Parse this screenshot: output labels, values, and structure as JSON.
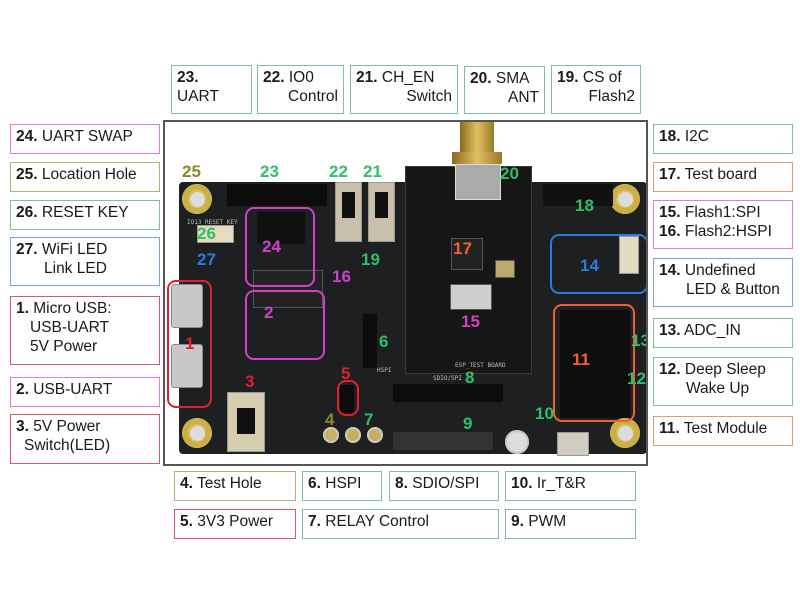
{
  "title": "ESP8266 Test Board Component Map",
  "callouts": {
    "top": [
      {
        "num": "23.",
        "text1": "",
        "text2": "UART",
        "color": "#7fbf9f"
      },
      {
        "num": "22.",
        "text1": "IO0",
        "text2": "Control",
        "color": "#7fbf9f"
      },
      {
        "num": "21.",
        "text1": "CH_EN",
        "text2": "Switch",
        "color": "#7fbf9f"
      },
      {
        "num": "20.",
        "text1": "SMA",
        "text2": "ANT",
        "color": "#7fbf9f"
      },
      {
        "num": "19.",
        "text1": "CS of",
        "text2": "Flash2",
        "color": "#7fbf9f"
      }
    ],
    "left": [
      {
        "num": "24.",
        "text1": "UART SWAP",
        "color": "#e27ad9"
      },
      {
        "num": "25.",
        "text1": "Location Hole",
        "color": "#b8b07a"
      },
      {
        "num": "26.",
        "text1": "RESET KEY",
        "color": "#7fbf9f"
      },
      {
        "num": "27.",
        "text1": "WiFi LED",
        "text2": "Link  LED",
        "color": "#7f9ee0"
      },
      {
        "num": "1.",
        "text1": "Micro USB:",
        "text2": "USB-UART",
        "text3": "5V Power",
        "color": "#d85a66"
      },
      {
        "num": "2.",
        "text1": "USB-UART",
        "color": "#e27ad9"
      },
      {
        "num": "3.",
        "text1": "5V Power",
        "text2": "Switch(LED)",
        "color": "#d85a66"
      }
    ],
    "right": [
      {
        "num": "18.",
        "text1": "I2C",
        "color": "#7fbf9f"
      },
      {
        "num": "17.",
        "text1": "Test board",
        "color": "#e59a74"
      },
      {
        "num": "15.",
        "text1": "Flash1:SPI",
        "num2": "16.",
        "text2": "Flash2:HSPI",
        "color": "#e27ad9"
      },
      {
        "num": "14.",
        "text1": "Undefined",
        "text2": "LED & Button",
        "color": "#7f9ee0"
      },
      {
        "num": "13.",
        "text1": "ADC_IN",
        "color": "#7fbf9f"
      },
      {
        "num": "12.",
        "text1": "Deep Sleep",
        "text2": "Wake Up",
        "color": "#7fbf9f"
      },
      {
        "num": "11.",
        "text1": "Test Module",
        "color": "#e59a74"
      }
    ],
    "bottom": [
      {
        "num": "4.",
        "text1": "Test Hole",
        "color": "#b8b07a"
      },
      {
        "num": "6.",
        "text1": "HSPI",
        "color": "#7fbf9f"
      },
      {
        "num": "8.",
        "text1": "SDIO/SPI",
        "color": "#7fbf9f"
      },
      {
        "num": "10.",
        "text1": "Ir_T&R",
        "color": "#7fbf9f"
      },
      {
        "num": "5.",
        "text1": "3V3 Power",
        "color": "#d85a66"
      },
      {
        "num": "7.",
        "text1": "RELAY Control",
        "color": "#7fbf9f"
      },
      {
        "num": "9.",
        "text1": "PWM",
        "color": "#7fbf9f"
      }
    ]
  },
  "board_markers": [
    {
      "n": "25",
      "color": "#8a8a2a"
    },
    {
      "n": "23",
      "color": "#2fbf6a"
    },
    {
      "n": "22",
      "color": "#2fbf6a"
    },
    {
      "n": "21",
      "color": "#2fbf6a"
    },
    {
      "n": "20",
      "color": "#2fbf6a"
    },
    {
      "n": "26",
      "color": "#2fbf6a"
    },
    {
      "n": "24",
      "color": "#d040c8"
    },
    {
      "n": "27",
      "color": "#2a7ae0"
    },
    {
      "n": "16",
      "color": "#d040c8"
    },
    {
      "n": "19",
      "color": "#2fbf6a"
    },
    {
      "n": "17",
      "color": "#f06030"
    },
    {
      "n": "18",
      "color": "#2fbf6a"
    },
    {
      "n": "14",
      "color": "#2a7ae0"
    },
    {
      "n": "2",
      "color": "#d040c8"
    },
    {
      "n": "15",
      "color": "#d040c8"
    },
    {
      "n": "1",
      "color": "#e02030"
    },
    {
      "n": "6",
      "color": "#2fbf6a"
    },
    {
      "n": "11",
      "color": "#f06030"
    },
    {
      "n": "13",
      "color": "#2fbf6a"
    },
    {
      "n": "3",
      "color": "#e02030"
    },
    {
      "n": "5",
      "color": "#e02030"
    },
    {
      "n": "12",
      "color": "#2fbf6a"
    },
    {
      "n": "8",
      "color": "#2fbf6a"
    },
    {
      "n": "4",
      "color": "#8a8a2a"
    },
    {
      "n": "7",
      "color": "#2fbf6a"
    },
    {
      "n": "9",
      "color": "#2fbf6a"
    },
    {
      "n": "10",
      "color": "#2fbf6a"
    }
  ],
  "silkscreen": {
    "test_board": "ESP_TEST BOARD",
    "sdio": "SDIO/SPI",
    "hspi": "HSPI",
    "reset": "IO13 RESET KEY"
  }
}
